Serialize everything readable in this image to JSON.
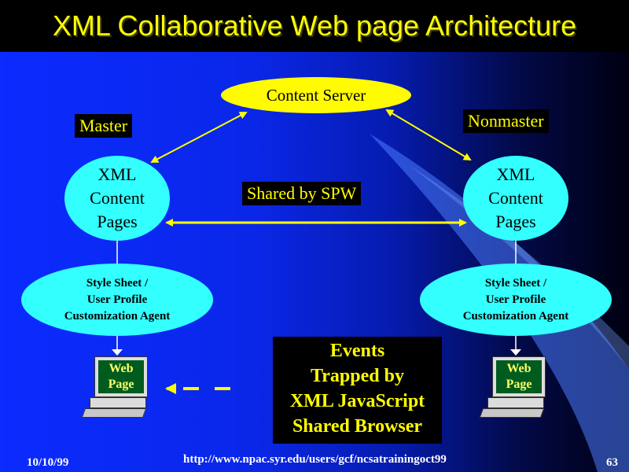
{
  "title": "XML Collaborative Web page Architecture",
  "content_server": "Content Server",
  "master_label": "Master",
  "nonmaster_label": "Nonmaster",
  "shared_label": "Shared by SPW",
  "left_xml": [
    "XML",
    "Content",
    "Pages"
  ],
  "right_xml": [
    "XML",
    "Content",
    "Pages"
  ],
  "left_agent": [
    "Style Sheet /",
    "User Profile",
    "Customization Agent"
  ],
  "right_agent": [
    "Style Sheet /",
    "User Profile",
    "Customization Agent"
  ],
  "left_pc": [
    "Web",
    "Page"
  ],
  "right_pc": [
    "Web",
    "Page"
  ],
  "events": [
    "Events",
    "Trapped by",
    "XML JavaScript",
    "Shared Browser"
  ],
  "footer": {
    "date": "10/10/99",
    "url": "http://www.npac.syr.edu/users/gcf/ncsatrainingoct99",
    "page": "63"
  },
  "colors": {
    "accent_yellow": "#ffff00",
    "ellipse_cyan": "#33ffff",
    "background_blue": "#0b2bff"
  }
}
